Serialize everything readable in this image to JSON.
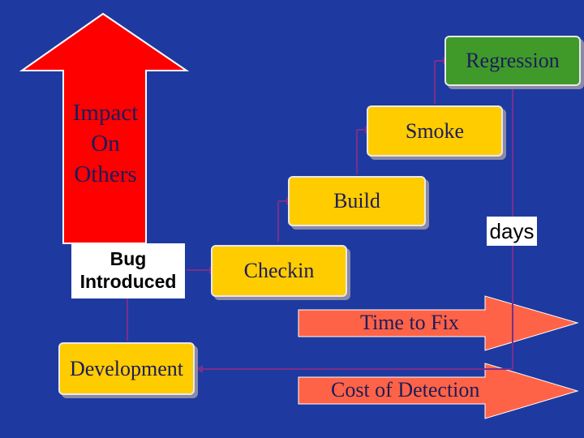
{
  "impact_arrow": {
    "lines": [
      "Impact",
      "On",
      "Others"
    ],
    "color": "#ff0000"
  },
  "bug_box": {
    "lines": [
      "Bug",
      "Introduced"
    ]
  },
  "stages": {
    "development": "Development",
    "checkin": "Checkin",
    "build": "Build",
    "smoke": "Smoke",
    "regression": "Regression"
  },
  "days_label": "days",
  "arrows": {
    "time_to_fix": "Time to Fix",
    "cost_of_detection": "Cost of Detection",
    "color": "#ff6347"
  },
  "colors": {
    "background": "#1e3aa0",
    "stage_box": "#ffcc00",
    "regression_box": "#3f9a2a",
    "connector": "#7a2f8a"
  }
}
